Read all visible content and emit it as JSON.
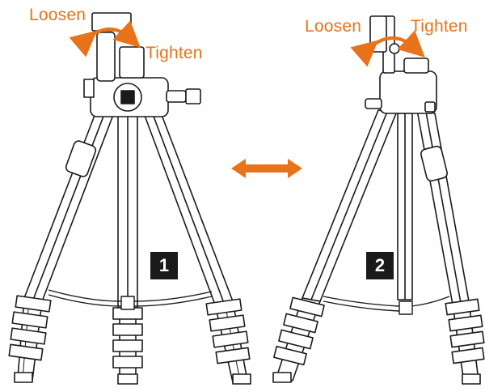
{
  "figure_1": {
    "loosen_label": "Loosen",
    "tighten_label": "Tighten",
    "badge": "1"
  },
  "figure_2": {
    "loosen_label": "Loosen",
    "tighten_label": "Tighten",
    "badge": "2"
  },
  "colors": {
    "accent": "#e8731a",
    "line": "#1a1a1a",
    "badge_bg": "#1a1a1a",
    "badge_text": "#ffffff",
    "background": "#ffffff"
  },
  "icons": {
    "rotate_arrows": "curved-rotate-arrows-icon",
    "switch_arrow": "double-headed-arrow-icon"
  }
}
